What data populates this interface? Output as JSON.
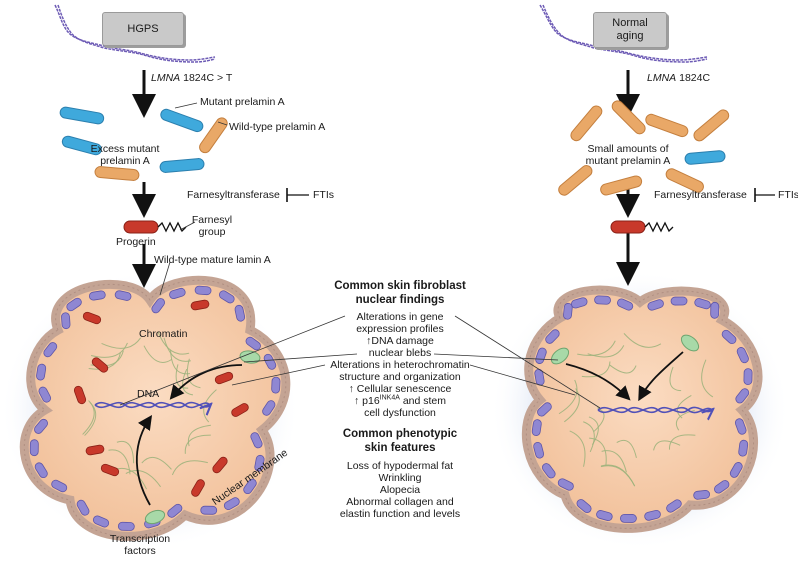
{
  "left_panel": {
    "box_label": "HGPS",
    "gene_name": "LMNA",
    "gene_variant": "1824C > T",
    "mutant_prelamin": "Mutant prelamin A",
    "wildtype_prelamin": "Wild-type prelamin A",
    "excess_line1": "Excess mutant",
    "excess_line2": "prelamin A",
    "farnesyltransferase": "Farnesyltransferase",
    "ftis": "FTIs",
    "progerin": "Progerin",
    "farnesyl_line1": "Farnesyl",
    "farnesyl_line2": "group",
    "wildtype_mature": "Wild-type mature lamin A",
    "chromatin": "Chromatin",
    "dna": "DNA",
    "nuclear_membrane": "Nuclear membrane",
    "tf_line1": "Transcription",
    "tf_line2": "factors"
  },
  "right_panel": {
    "box_line1": "Normal",
    "box_line2": "aging",
    "gene_name": "LMNA",
    "gene_variant": "1824C",
    "small_line1": "Small amounts of",
    "small_line2": "mutant prelamin A",
    "farnesyltransferase": "Farnesyltransferase",
    "ftis": "FTIs"
  },
  "center": {
    "nuclear_title_line1": "Common skin fibroblast",
    "nuclear_title_line2": "nuclear findings",
    "findings": {
      "gene_expr_line1": "Alterations in gene",
      "gene_expr_line2": "expression profiles",
      "dna_damage": "DNA damage",
      "nuclear_blebs": "nuclear blebs",
      "hetero_line1": "Alterations in heterochromatin",
      "hetero_line2": "structure and organization",
      "senescence": "Cellular senescence",
      "p16_pre": "p16",
      "p16_sup": "INK4A",
      "p16_post": " and stem",
      "stem_line2": "cell dysfunction"
    },
    "phenotype_title_line1": "Common phenotypic",
    "phenotype_title_line2": "skin features",
    "features": {
      "f1": "Loss of hypodermal fat",
      "f2": "Wrinkling",
      "f3": "Alopecia",
      "f4": "Abnormal collagen and",
      "f5": "elastin function and levels"
    }
  },
  "colors": {
    "mutant_prelamin": "#3fa9dc",
    "wildtype_prelamin": "#e9a867",
    "progerin": "#c8392b",
    "lamin_purple": "#8f87d2",
    "nucleus_fill": "#f7cfae",
    "membrane": "#c4a494",
    "chromatin": "#9ab17a",
    "dna": "#5151b8",
    "transcription_factor": "#a8d9a8",
    "halo": "#cdd9ee"
  }
}
